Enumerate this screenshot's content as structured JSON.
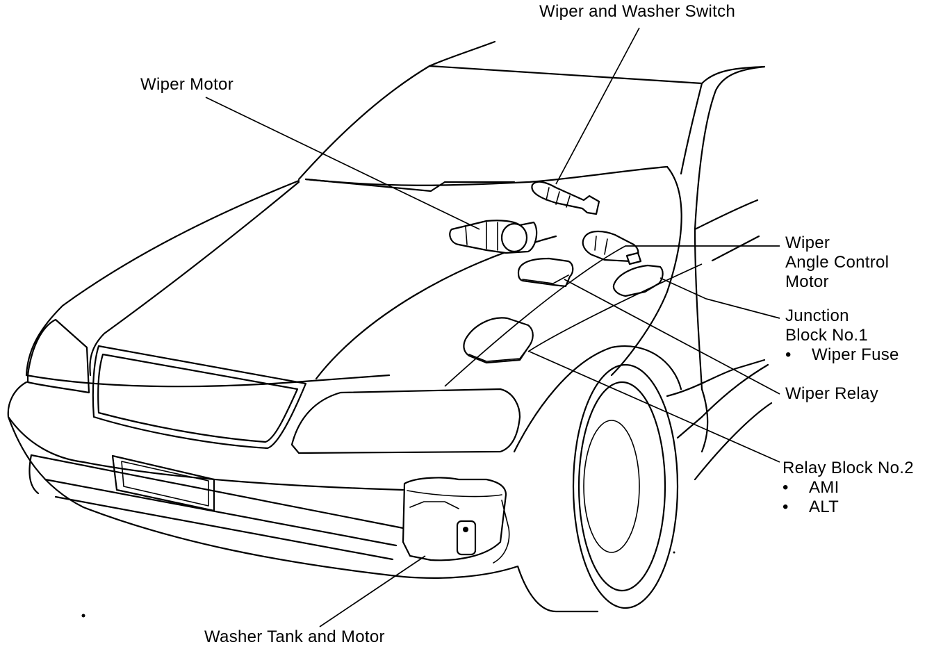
{
  "labels": {
    "wiper_washer_switch": "Wiper and Washer Switch",
    "wiper_motor": "Wiper Motor",
    "wiper_angle_control_motor": [
      "Wiper",
      "Angle Control",
      "Motor"
    ],
    "junction_block": {
      "lines": [
        "Junction",
        "Block No.1"
      ],
      "items": [
        "Wiper Fuse"
      ]
    },
    "wiper_relay": "Wiper Relay",
    "relay_block": {
      "title": "Relay Block No.2",
      "items": [
        "AMI",
        "ALT"
      ]
    },
    "washer_tank_motor": "Washer Tank and Motor"
  },
  "bullet_glyph": "•",
  "colors": {
    "line": "#000000",
    "background": "#ffffff"
  }
}
